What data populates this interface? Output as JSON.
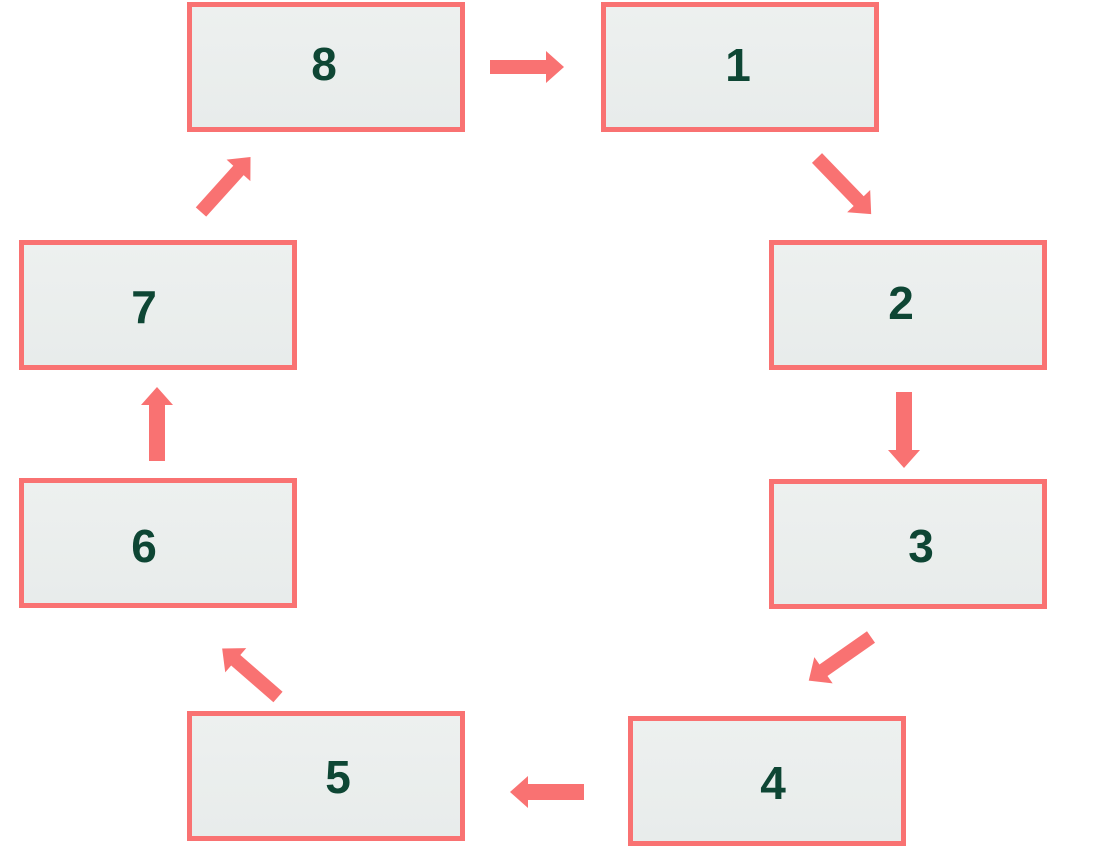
{
  "diagram": {
    "type": "cycle",
    "colors": {
      "border": "#F97272",
      "arrow": "#F97272",
      "box_fill": "#EDF0EF",
      "label": "#0E4634"
    },
    "nodes": [
      {
        "id": "n8",
        "label": "8"
      },
      {
        "id": "n1",
        "label": "1"
      },
      {
        "id": "n2",
        "label": "2"
      },
      {
        "id": "n3",
        "label": "3"
      },
      {
        "id": "n4",
        "label": "4"
      },
      {
        "id": "n5",
        "label": "5"
      },
      {
        "id": "n6",
        "label": "6"
      },
      {
        "id": "n7",
        "label": "7"
      }
    ],
    "edges": [
      {
        "from": "8",
        "to": "1"
      },
      {
        "from": "1",
        "to": "2"
      },
      {
        "from": "2",
        "to": "3"
      },
      {
        "from": "3",
        "to": "4"
      },
      {
        "from": "4",
        "to": "5"
      },
      {
        "from": "5",
        "to": "6"
      },
      {
        "from": "6",
        "to": "7"
      },
      {
        "from": "7",
        "to": "8"
      }
    ]
  }
}
